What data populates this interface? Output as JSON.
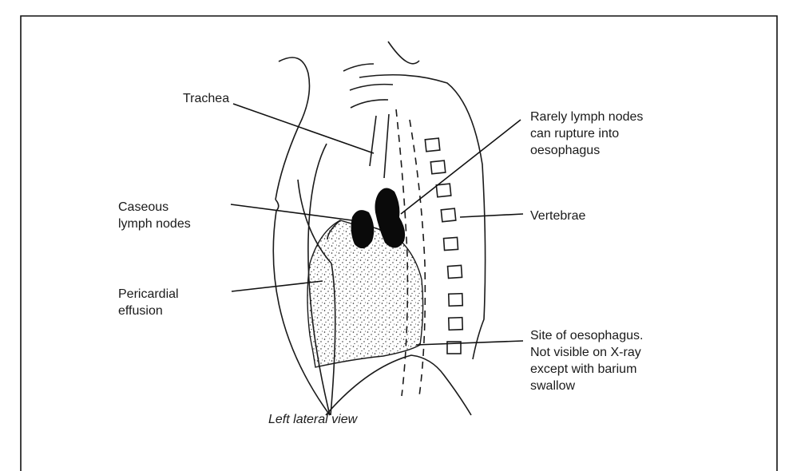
{
  "labels": {
    "trachea": "Trachea",
    "caseous": "Caseous\nlymph nodes",
    "pericardial": "Pericardial\neffusion",
    "rarely": "Rarely lymph nodes\ncan rupture into\noesophagus",
    "vertebrae": "Vertebrae",
    "site": "Site of oesophagus.\nNot visible on X-ray\nexcept with barium\nswallow"
  },
  "caption": "Left lateral view"
}
